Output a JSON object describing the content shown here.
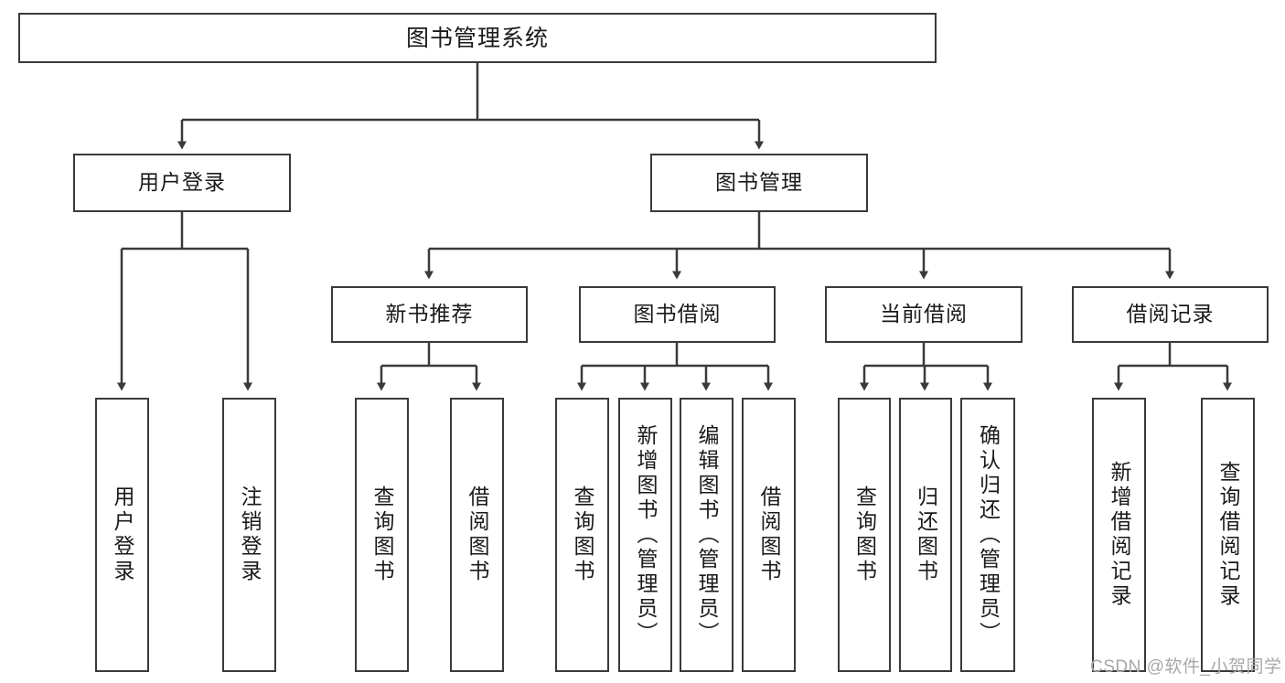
{
  "diagram": {
    "title": "图书管理系统",
    "type": "functional-structure-tree",
    "watermark": "CSDN @软件_小贺同学",
    "colors": {
      "stroke": "#3a3a3a",
      "fill": "#ffffff",
      "text": "#1a1a1a",
      "watermark": "#a8a8a8"
    },
    "root": {
      "label": "图书管理系统"
    },
    "level2": [
      {
        "label": "用户登录"
      },
      {
        "label": "图书管理"
      }
    ],
    "level3": [
      {
        "label": "新书推荐"
      },
      {
        "label": "图书借阅"
      },
      {
        "label": "当前借阅"
      },
      {
        "label": "借阅记录"
      }
    ],
    "leaves": {
      "user_login": [
        {
          "label": "用户登录"
        },
        {
          "label": "注销登录"
        }
      ],
      "new_book_recommend": [
        {
          "label": "查询图书"
        },
        {
          "label": "借阅图书"
        }
      ],
      "book_borrow": [
        {
          "label": "查询图书"
        },
        {
          "label": "新增图书（管理员）"
        },
        {
          "label": "编辑图书（管理员）"
        },
        {
          "label": "借阅图书"
        }
      ],
      "current_borrow": [
        {
          "label": "查询图书"
        },
        {
          "label": "归还图书"
        },
        {
          "label": "确认归还（管理员）"
        }
      ],
      "borrow_record": [
        {
          "label": "新增借阅记录"
        },
        {
          "label": "查询借阅记录"
        }
      ]
    }
  }
}
